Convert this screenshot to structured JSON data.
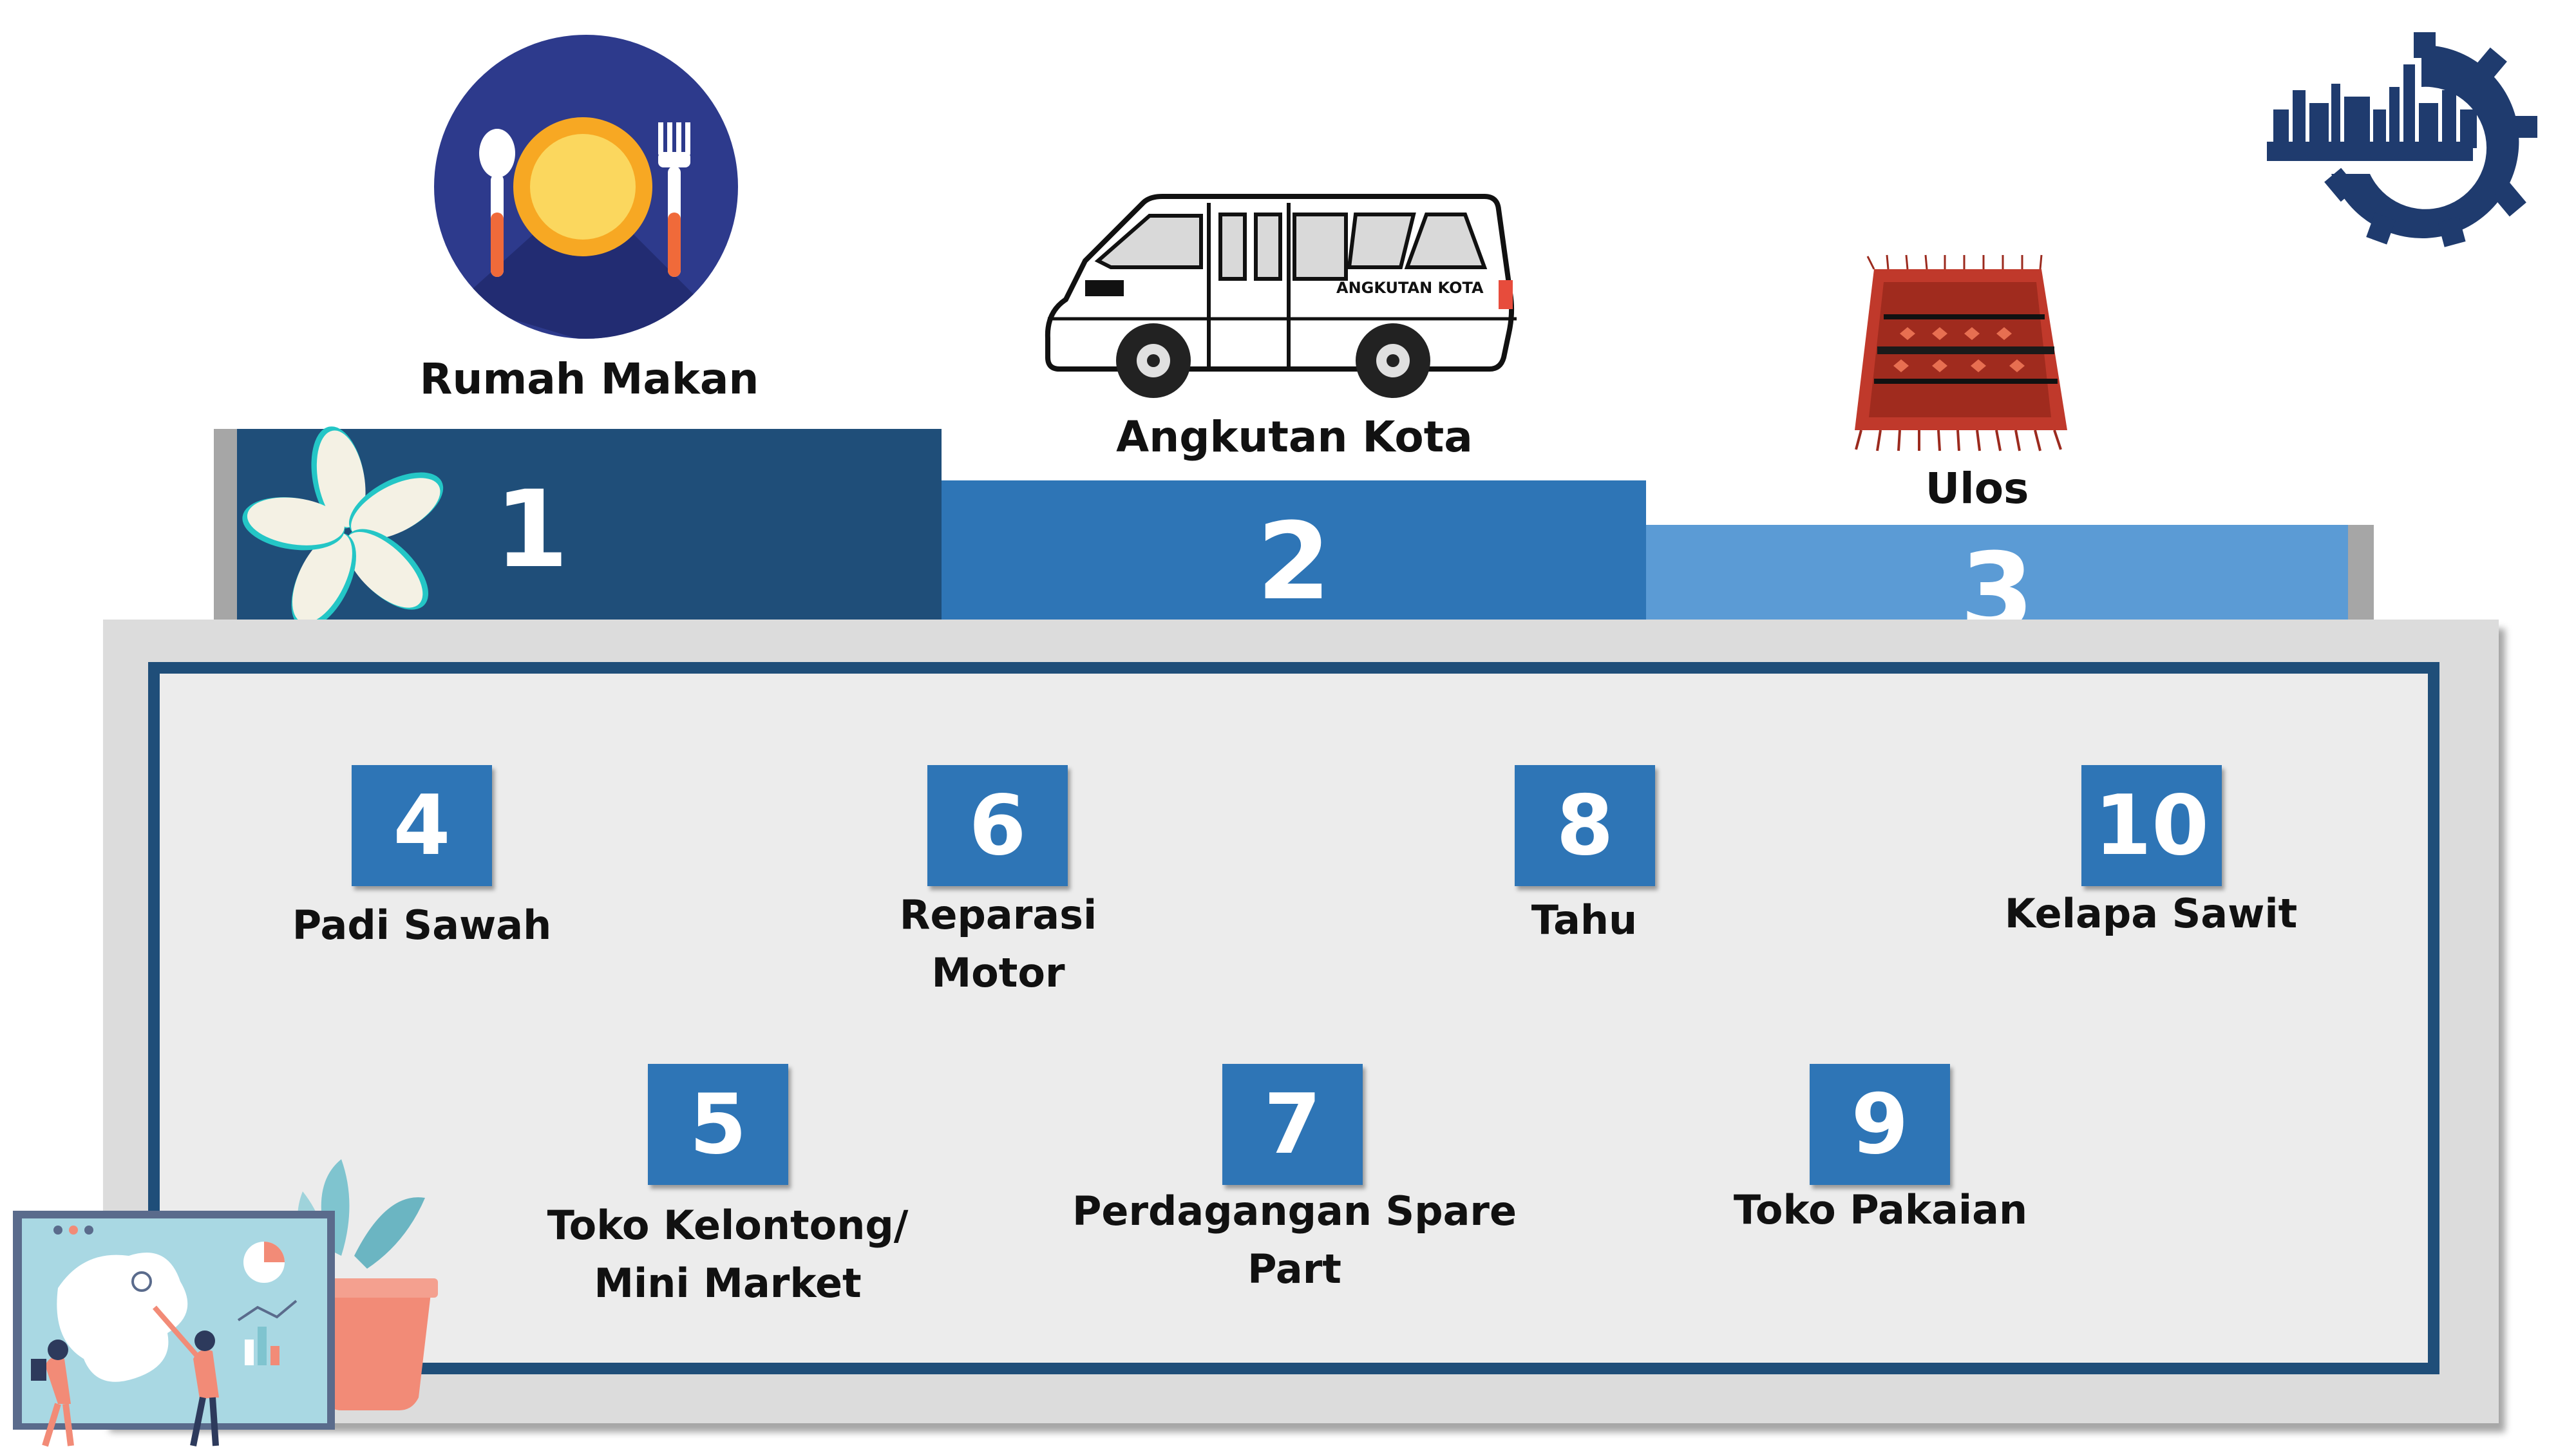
{
  "podium": {
    "first": {
      "rank": "1",
      "label": "Rumah Makan"
    },
    "second": {
      "rank": "2",
      "label": "Angkutan Kota",
      "van_text": "ANGKUTAN KOTA"
    },
    "third": {
      "rank": "3",
      "label": "Ulos"
    }
  },
  "ranks": [
    {
      "rank": "4",
      "label": "Padi Sawah"
    },
    {
      "rank": "5",
      "label_line1": "Toko Kelontong/",
      "label_line2": "Mini Market"
    },
    {
      "rank": "6",
      "label_line1": "Reparasi",
      "label_line2": "Motor"
    },
    {
      "rank": "7",
      "label_line1": "Perdagangan Spare",
      "label_line2": "Part"
    },
    {
      "rank": "8",
      "label": "Tahu"
    },
    {
      "rank": "9",
      "label": "Toko Pakaian"
    },
    {
      "rank": "10",
      "label": "Kelapa Sawit"
    }
  ],
  "colors": {
    "rank1": "#1f4e79",
    "rank2": "#2e75b6",
    "rank3": "#5b9bd5",
    "badge": "#2e75b6",
    "frame": "#1f4e79"
  },
  "icons": [
    "restaurant-plate-icon",
    "minibus-icon",
    "ulos-cloth-icon",
    "industry-gear-logo",
    "flower-icon",
    "map-presentation-illustration"
  ]
}
